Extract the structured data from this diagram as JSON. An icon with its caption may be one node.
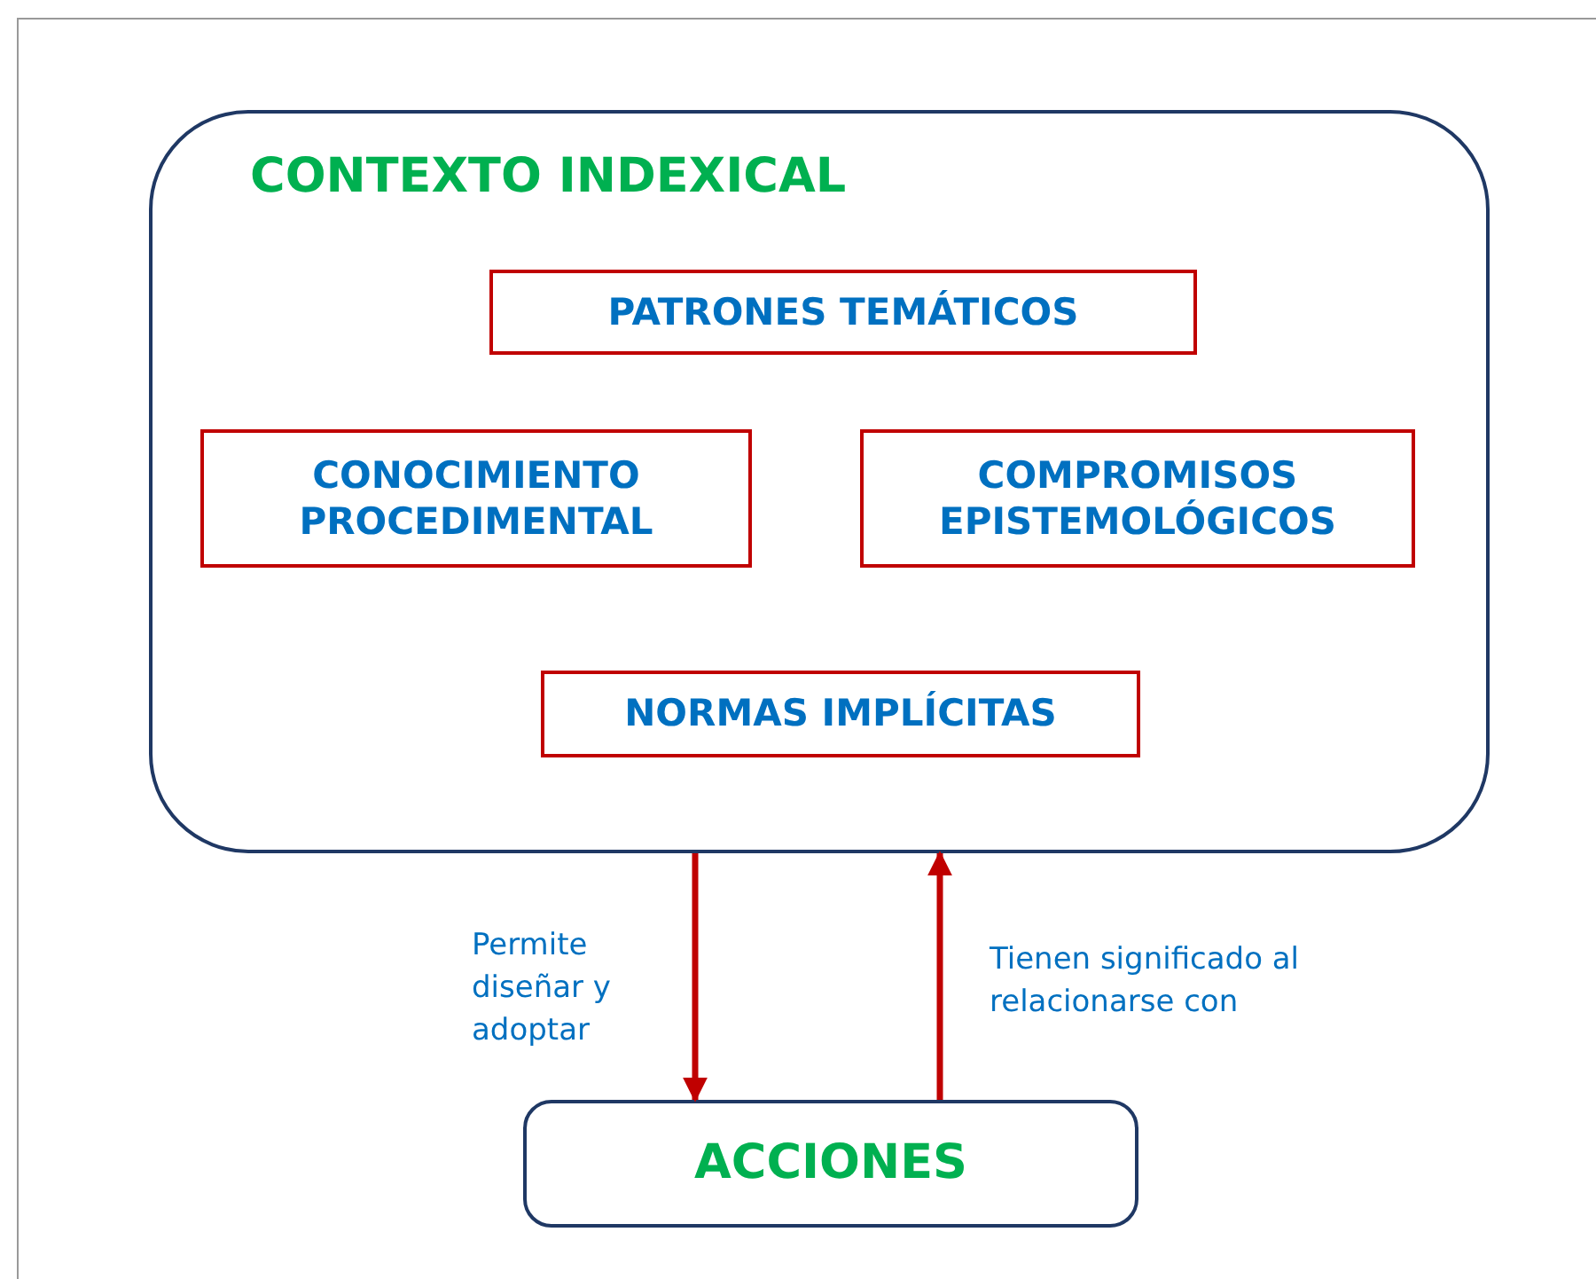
{
  "diagram": {
    "nodes": [
      {
        "text": [
          "CONTEXTO INDEXICAL"
        ]
      },
      {
        "text": [
          "PATRONES TEMÁTICOS"
        ],
        "in": 0
      },
      {
        "text": [
          "CONOCIMIENTO PROCEDIMENTAL"
        ],
        "in": 0
      },
      {
        "text": [
          "COMPROMISOS EPISTEMOLÓGICOS"
        ],
        "in": 0
      },
      {
        "text": [
          "NORMAS IMPLÍCITAS"
        ],
        "in": 0
      },
      {
        "text": [
          "ACCIONES"
        ]
      }
    ],
    "edges": [
      {
        "from": 0,
        "to": 5,
        "arrow": "to",
        "label": "Permite diseñar y adoptar"
      },
      {
        "from": 5,
        "to": 0,
        "arrow": "to",
        "label": "Tienen significado al relacionarse con"
      }
    ]
  }
}
